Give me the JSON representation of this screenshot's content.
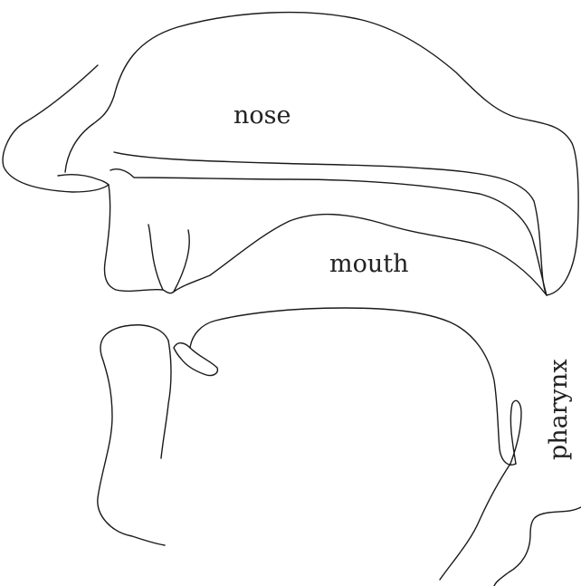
{
  "labels": {
    "nose": "nose",
    "mouth": "mouth",
    "pharynx": "pharynx"
  },
  "colors": {
    "line": "#1a1a1a",
    "background": "#ffffff"
  }
}
